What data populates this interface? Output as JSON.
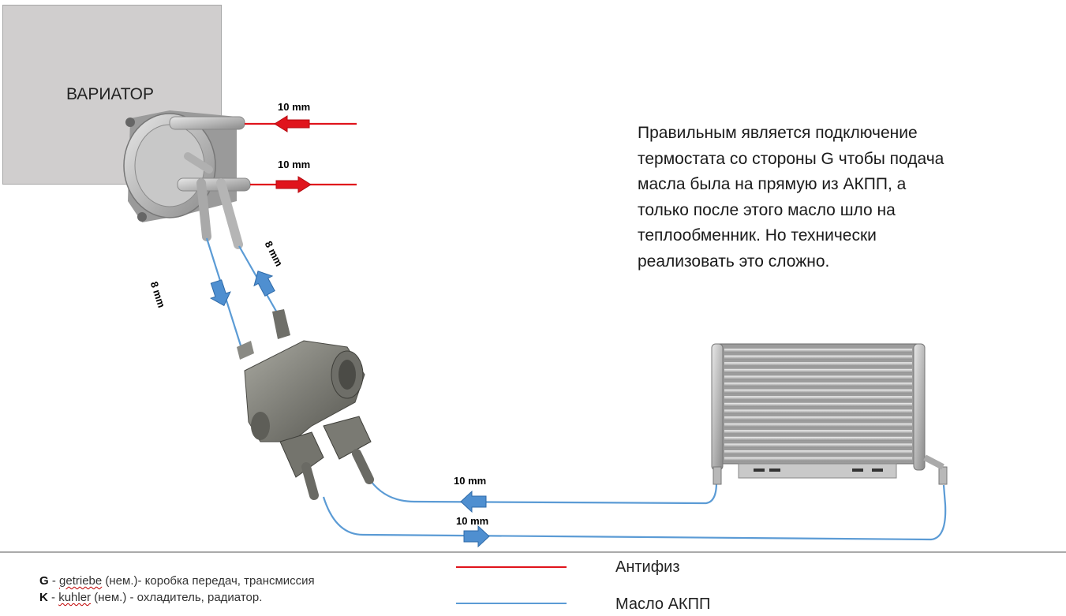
{
  "colors": {
    "antifreeze": "#e0141c",
    "oil": "#5b9bd5",
    "oil_arrow": "#4f8fd0",
    "gearbox_fill": "#d0cece"
  },
  "labels": {
    "variator": "ВАРИАТОР",
    "top_in": "10 mm",
    "top_out": "10 mm",
    "side_left": "8 mm",
    "side_right": "8 mm",
    "bottom_upper": "10 mm",
    "bottom_lower": "10 mm"
  },
  "note": "Правильным является подключение\nтермостата со стороны G чтобы подача\nмасла была на прямую из АКПП, а\nтолько после этого масло шло на\nтеплообменник. Но технически\nреализовать это сложно.",
  "definitions": [
    {
      "key": "G",
      "sep": " - ",
      "term": "getriebe",
      "rest": " (нем.)- коробка передач, трансмиссия"
    },
    {
      "key": "K",
      "sep": " - ",
      "term": "kuhler",
      "rest": " (нем.) - охладитель, радиатор."
    }
  ],
  "legend": [
    {
      "label": "Антифиз",
      "color_key": "antifreeze"
    },
    {
      "label": "Масло АКПП",
      "color_key": "oil"
    }
  ],
  "icons": [
    "heat-exchanger-icon",
    "thermostat-icon",
    "oil-cooler-icon"
  ]
}
